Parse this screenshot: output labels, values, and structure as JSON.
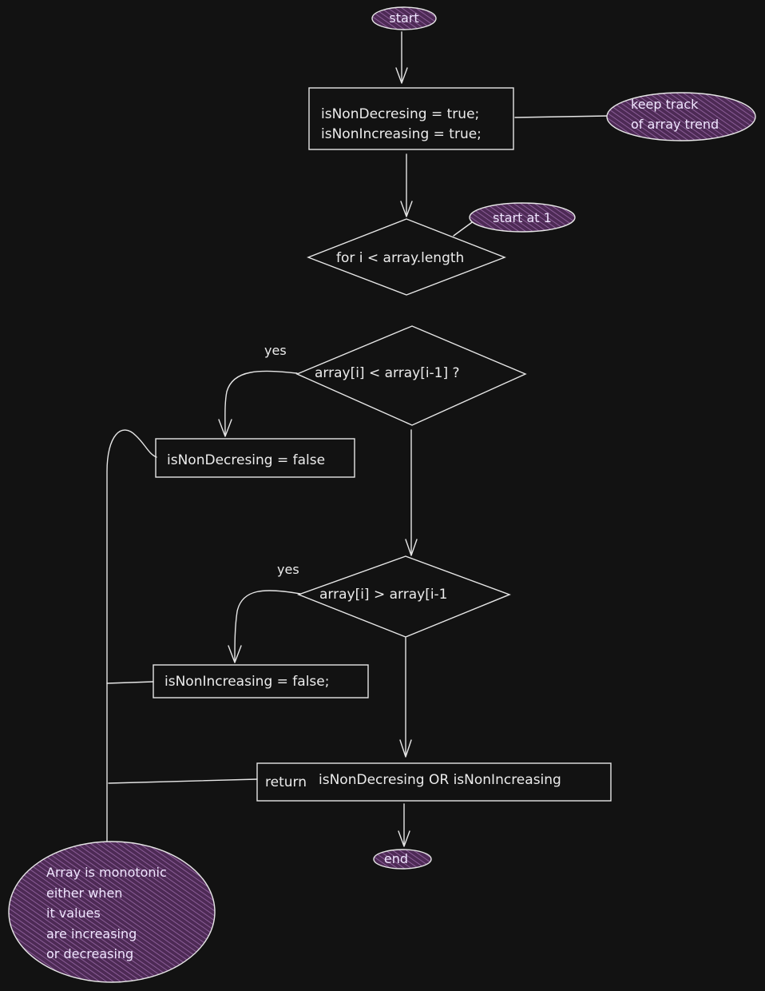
{
  "colors": {
    "background": "#121212",
    "stroke": "#e6e6e6",
    "text": "#ececec",
    "note_fill": "#4d2a55",
    "note_hatch": "#9a6aa8"
  },
  "nodes": {
    "start": "start",
    "init_line1": "isNonDecresing = true;",
    "init_line2": "isNonIncreasing = true;",
    "loop": "for i < array.length",
    "decision_less": "array[i] < array[i-1] ?",
    "set_nondecreasing": "isNonDecresing = false",
    "decision_greater": "array[i] > array[i-1",
    "set_nonincreasing": "isNonIncreasing = false;",
    "return_prefix": "return",
    "return_expr": "isNonDecresing OR isNonIncreasing",
    "end": "end"
  },
  "edges": {
    "yes_less": "yes",
    "yes_greater": "yes"
  },
  "notes": {
    "trend_line1": "keep track",
    "trend_line2": "of array trend",
    "loop_start": "start at 1",
    "monotonic_lines": [
      "Array is monotonic",
      "either when",
      "it values",
      "are increasing",
      "or decreasing"
    ]
  }
}
